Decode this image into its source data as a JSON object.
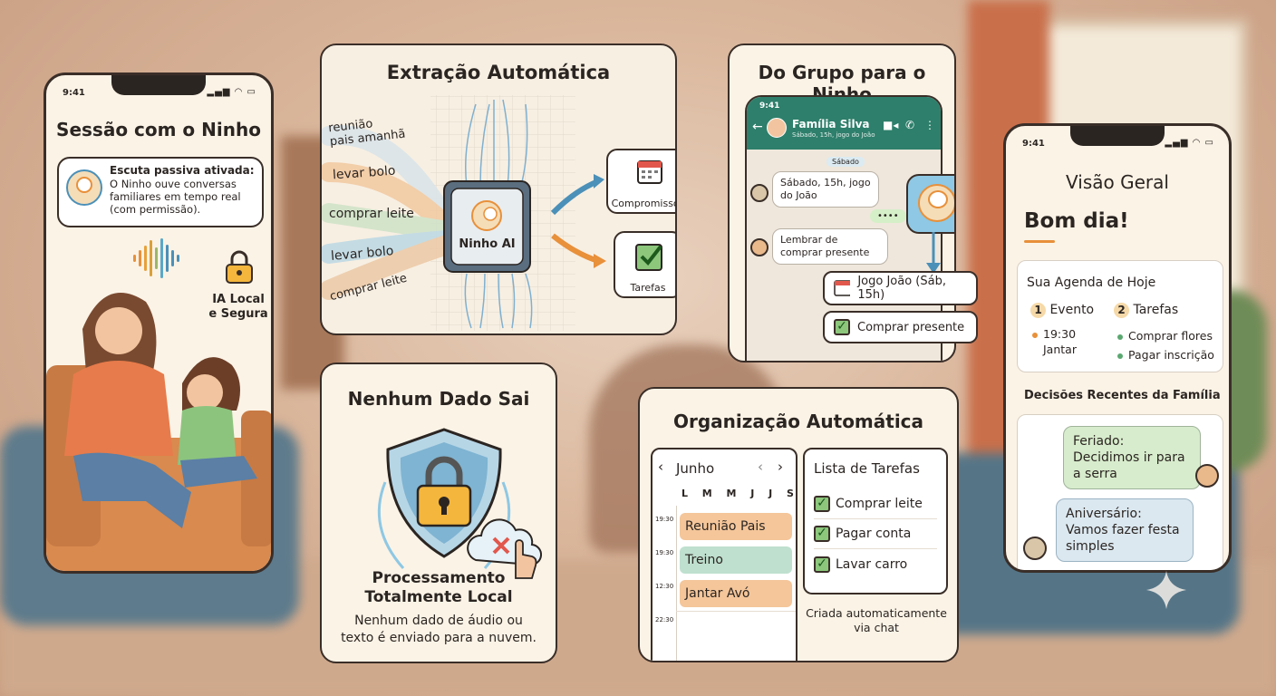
{
  "status_time": "9:41",
  "panel1": {
    "title": "Sessão com o Ninho",
    "bubble_title": "Escuta passiva ativada:",
    "bubble_text": "O Ninho ouve conversas familiares em tempo real (com permissão).",
    "lock_label_1": "IA Local",
    "lock_label_2": "e Segura"
  },
  "panel2": {
    "title": "Extração Automática",
    "phrases": [
      "reunião",
      "pais amanhã",
      "levar bolo",
      "comprar leite",
      "levar bolo",
      "comprar leite"
    ],
    "chip_label": "Ninho AI",
    "out1": "Compromissos",
    "out2": "Tarefas"
  },
  "panel3": {
    "title": "Do Grupo para o Ninho",
    "chat_name": "Família Silva",
    "chat_sub": "Sábado, 15h, jogo do João",
    "day_label": "Sábado",
    "msg1": "Sábado, 15h, jogo do João",
    "msg2": "Lembrar de comprar presente",
    "typing": "••••",
    "card1": "Jogo João (Sáb, 15h)",
    "card2": "Comprar presente"
  },
  "panel4": {
    "title": "Nenhum Dado Sai",
    "sub1": "Processamento",
    "sub2": "Totalmente Local",
    "desc1": "Nenhum dado de áudio ou",
    "desc2": "texto é enviado para a nuvem."
  },
  "panel5": {
    "title": "Organização Automática",
    "month": "Junho",
    "weekdays": [
      "L",
      "M",
      "M",
      "J",
      "J",
      "S"
    ],
    "times": [
      "19:30",
      "19:30",
      "12:30",
      "22:30"
    ],
    "events": [
      "Reunião Pais",
      "Treino",
      "Jantar Avó"
    ],
    "todo_title": "Lista de Tarefas",
    "todos": [
      "Comprar leite",
      "Pagar conta",
      "Lavar carro"
    ],
    "footer1": "Criada automaticamente",
    "footer2": "via chat"
  },
  "panel6": {
    "title": "Visão Geral",
    "greeting": "Bom dia!",
    "agenda_title": "Sua Agenda de Hoje",
    "ev_count": "1",
    "ev_label": "Evento",
    "task_count": "2",
    "task_label": "Tarefas",
    "ev_item_time": "19:30",
    "ev_item_name": "Jantar",
    "task_items": [
      "Comprar flores",
      "Pagar inscrição"
    ],
    "decisions_title": "Decisões Recentes da Família",
    "d1_title": "Feriado:",
    "d1_text": "Decidimos ir para a serra",
    "d2_title": "Aniversário:",
    "d2_text": "Vamos fazer festa simples"
  },
  "colors": {
    "accent_orange": "#e8903a",
    "accent_blue": "#4b90b8",
    "whatsapp_green": "#2e7f6b",
    "event_orange": "#f4c69a",
    "event_green": "#bfe0cf"
  }
}
